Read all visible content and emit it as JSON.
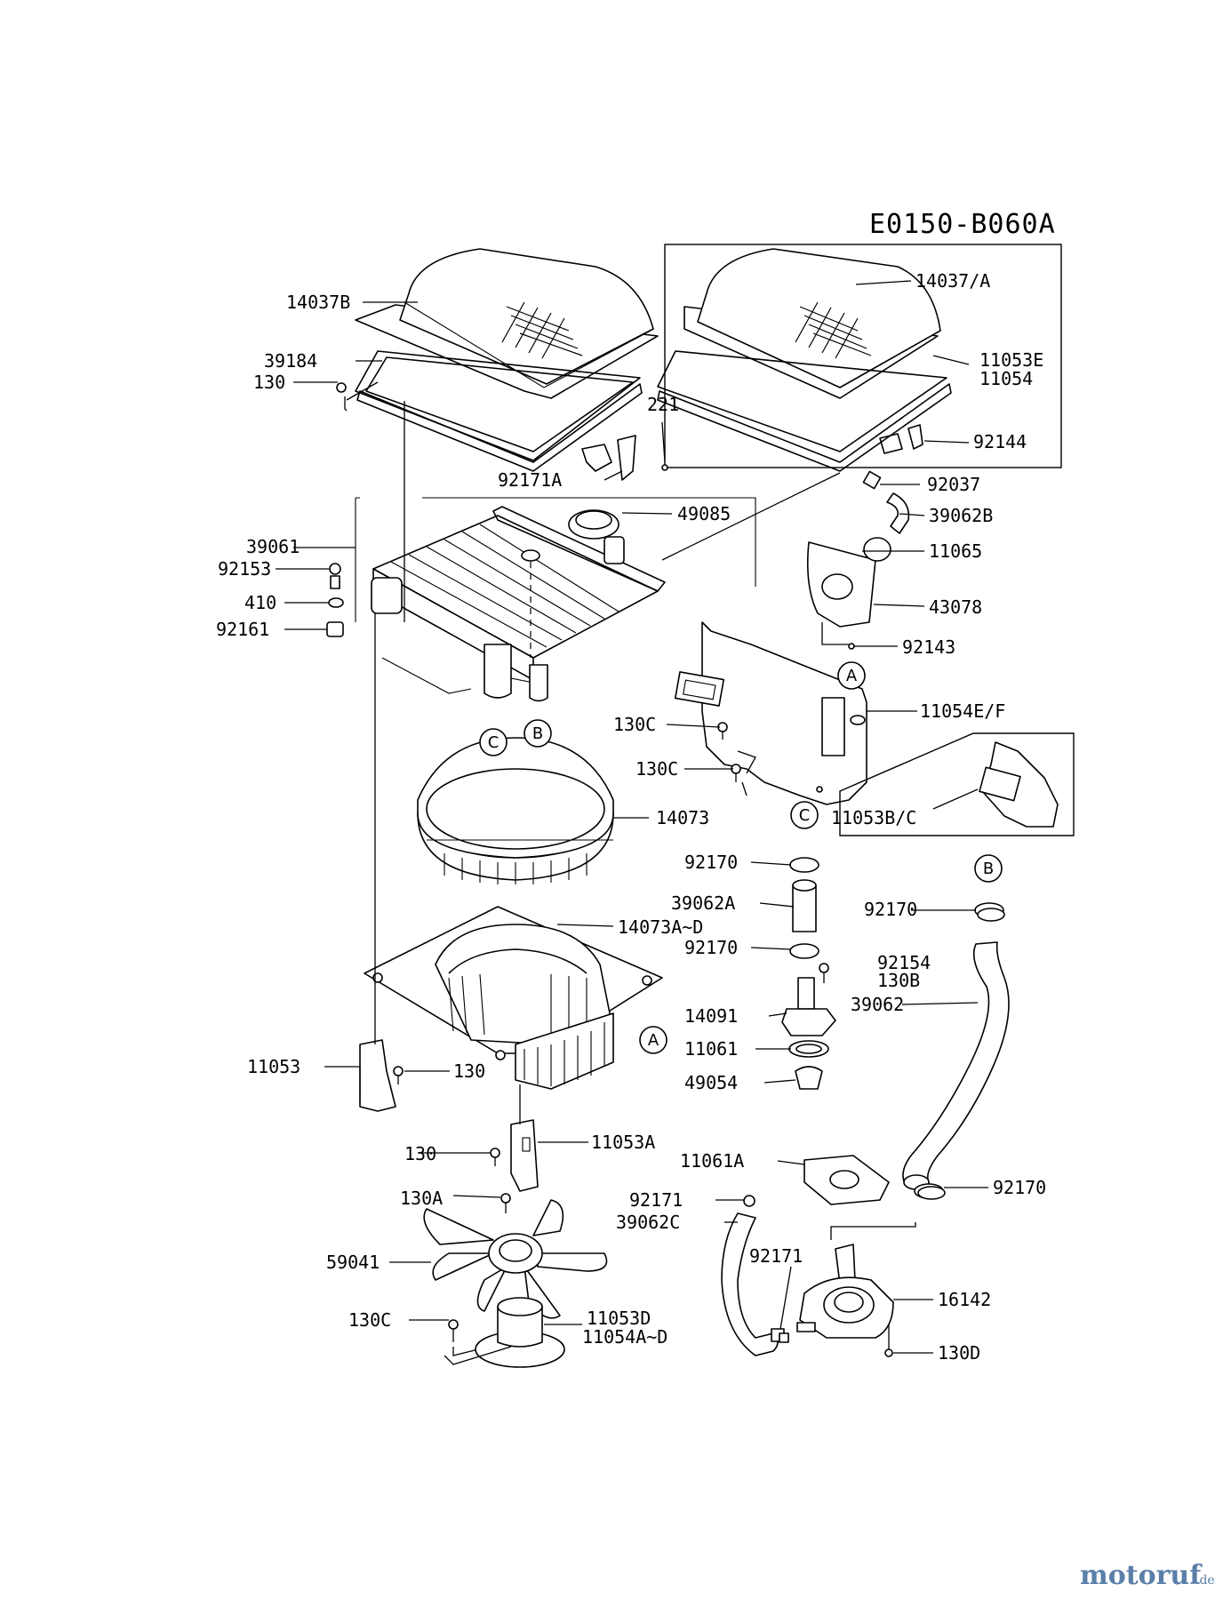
{
  "diagram_code": "E0150-B060A",
  "watermark": {
    "brand": "motoruf",
    "suffix": ".de",
    "color": "#5a7fa8"
  },
  "callouts": {
    "a": "A",
    "b": "B",
    "c": "C"
  },
  "parts": [
    "14037B",
    "39184",
    "130",
    "221",
    "92171A",
    "14037/A",
    "11053E",
    "11054",
    "92144",
    "92037",
    "39062B",
    "39061",
    "92153",
    "410",
    "92161",
    "49085",
    "11065",
    "43078",
    "92143",
    "11054E/F",
    "130C",
    "11053B/C",
    "14073",
    "92170",
    "39062A",
    "92154",
    "130B",
    "14073A~D",
    "14091",
    "39062",
    "11061",
    "49054",
    "11053",
    "11053A",
    "11061A",
    "130A",
    "92171",
    "39062C",
    "59041",
    "16142",
    "11053D",
    "11054A~D",
    "130D"
  ]
}
